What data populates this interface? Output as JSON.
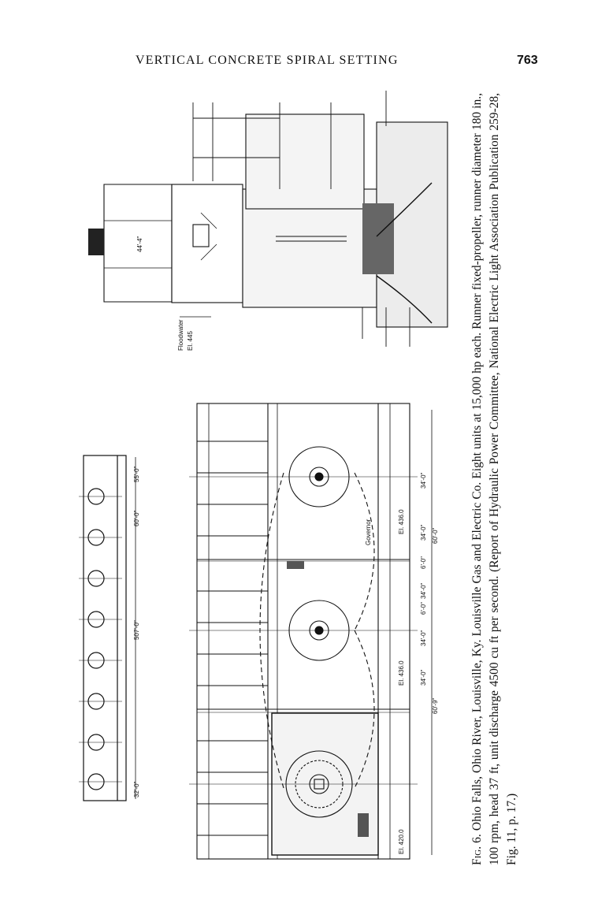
{
  "header": {
    "running_title": "VERTICAL CONCRETE SPIRAL SETTING",
    "page_number": "763"
  },
  "caption": {
    "label": "Fig. 6.",
    "text": "Ohio Falls, Ohio River, Louisville, Ky. Louisville Gas and Electric Co. Eight units at 15,000 hp each. Runner fixed-propeller, runner diameter 180 in., 100 rpm, head 37 ft, unit discharge 4500 cu ft per second. (Report of Hydraulic Power Committee, National Electric Light Association Publication 259-28, Fig. 11, p. 17.)"
  },
  "key_plan": {
    "dim_left": "32'-0\"",
    "dim_total": "507'-0\"",
    "dim_spacing": "60'-0\"",
    "dim_right": "55'-0\""
  },
  "plan": {
    "el_1": "El. 420.0",
    "el_2": "El. 436.0",
    "el_3": "El. 436.0",
    "governor": "Governor",
    "dim_a": "60'-9\"",
    "dim_b": "34'-0\"",
    "dim_c": "34'-0\"",
    "dim_d": "6'-0\"",
    "dim_e": "34'-0\"",
    "dim_f": "6'-0\"",
    "dim_g": "34'-0\"",
    "dim_h": "60'-0\"",
    "dim_i": "34'-0\""
  },
  "section": {
    "floodwater_label": "Floodwater",
    "floodwater_el": "El. 445",
    "crane_span": "44'-4\""
  }
}
